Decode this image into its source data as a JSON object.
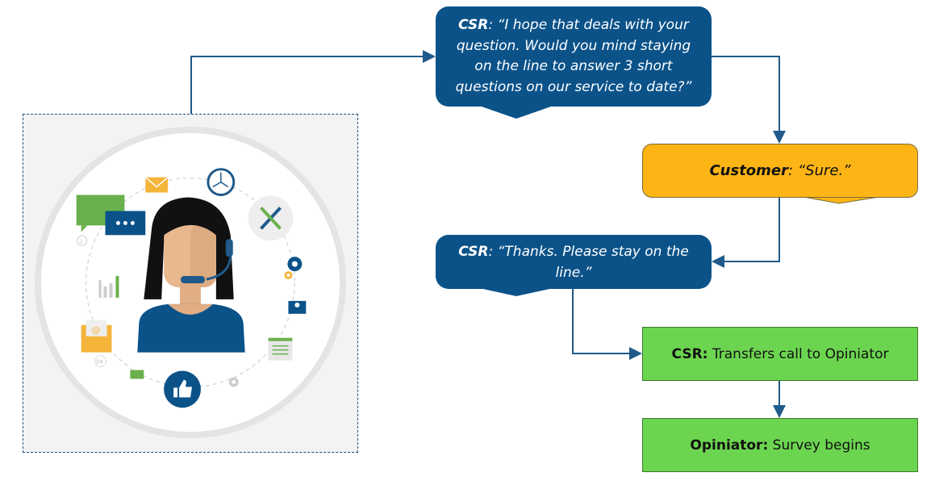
{
  "diagram": {
    "illustration": {
      "subject": "customer-service-representative-with-headset",
      "icons": [
        "envelope-icon",
        "clock-icon",
        "tools-icon",
        "chat-bubbles-icon",
        "info-icon",
        "gear-icon",
        "small-gear-icon",
        "mail-icon",
        "bar-chart-icon",
        "email-at-icon",
        "notepad-icon",
        "24-hours-icon",
        "green-envelope-icon",
        "thumbs-up-icon",
        "grey-gear-icon"
      ]
    },
    "nodes": [
      {
        "id": "csr-ask",
        "speaker": "CSR",
        "separator": ": ",
        "text": "“I hope that deals with your question. Would you mind staying on the line to answer 3 short questions on our service to date?”"
      },
      {
        "id": "customer-reply",
        "speaker": "Customer",
        "separator": ": ",
        "text": "“Sure.”"
      },
      {
        "id": "csr-thanks",
        "speaker": "CSR",
        "separator": ": ",
        "text": "“Thanks. Please stay on the line.”"
      },
      {
        "id": "csr-transfer",
        "speaker": "CSR",
        "separator": ": ",
        "text": "Transfers call to Opiniator"
      },
      {
        "id": "survey-begins",
        "speaker": "Opiniator",
        "separator": ": ",
        "text": "Survey begins"
      }
    ],
    "colors": {
      "csr_bubble": "#0b5289",
      "customer_bubble": "#fdb515",
      "action_box": "#6cd550",
      "connector": "#1f5a8a"
    }
  }
}
